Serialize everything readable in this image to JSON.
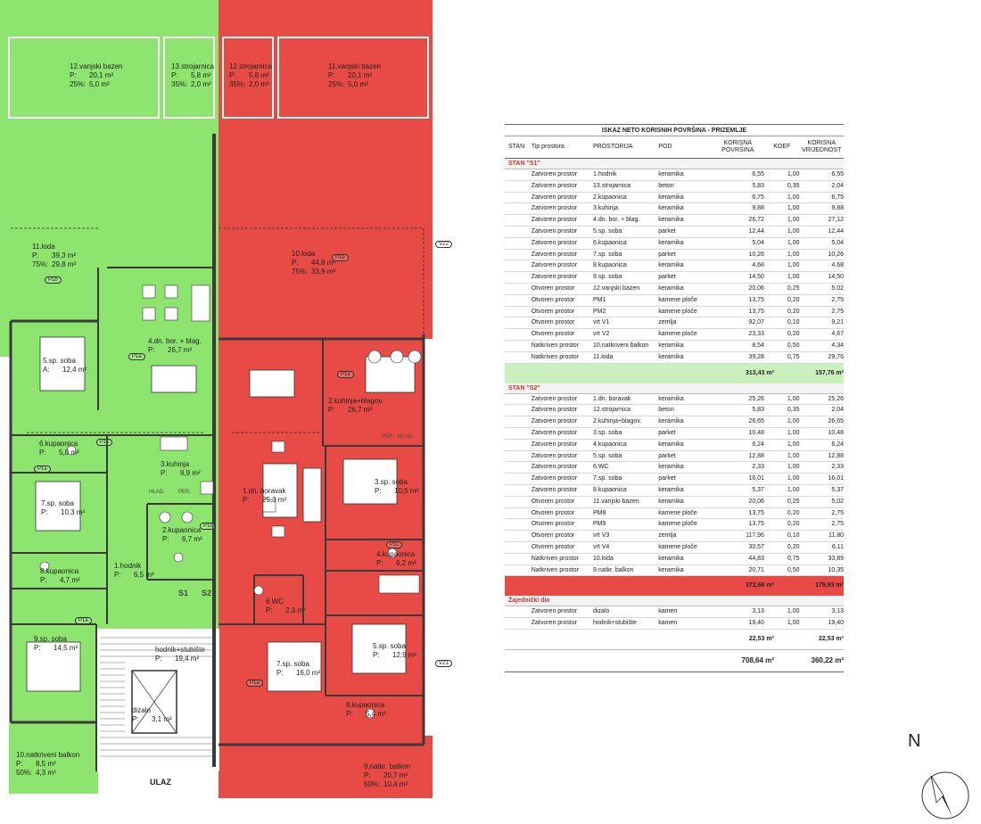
{
  "colors": {
    "s1_green": "#8de46f",
    "s2_red": "#e84a45",
    "wall": "#3a3a3a",
    "total_green": "#c9f0bd"
  },
  "plan": {
    "rooms": [
      {
        "id": "r12bazen",
        "name": "12.vanjski bazen",
        "p": "P:",
        "p_val": "20,1 m²",
        "pct": "25%:",
        "pct_val": "5,0 m²"
      },
      {
        "id": "r13stroj",
        "name": "13.strojarnica",
        "p": "P:",
        "p_val": "5,8 m²",
        "pct": "35%:",
        "pct_val": "2,0 m²"
      },
      {
        "id": "r12stroj",
        "name": "12.strojarnica",
        "p": "P:",
        "p_val": "5,8 m²",
        "pct": "35%:",
        "pct_val": "2,0 m²"
      },
      {
        "id": "r11bazen",
        "name": "11.vanjski bazen",
        "p": "P:",
        "p_val": "20,1 m²",
        "pct": "25%:",
        "pct_val": "5,0 m²"
      },
      {
        "id": "r11loda",
        "name": "11.loda",
        "p": "P:",
        "p_val": "39,3 m²",
        "pct": "75%:",
        "pct_val": "29,8 m²"
      },
      {
        "id": "r10loda",
        "name": "10.loda",
        "p": "P:",
        "p_val": "44,8 m²",
        "pct": "75%:",
        "pct_val": "33,9 m²"
      },
      {
        "id": "r4dn",
        "name": "4.dn. bor. + blag.",
        "p": "P:",
        "p_val": "26,7 m²"
      },
      {
        "id": "r5soba",
        "name": "5.sp. soba",
        "p": "A:",
        "p_val": "12,4 m²"
      },
      {
        "id": "r2kuh",
        "name": "2.kuhinja+blagov.",
        "p": "P:",
        "p_val": "26,7 m²"
      },
      {
        "id": "r6kup",
        "name": "6.kupaonica",
        "p": "P:",
        "p_val": "5,0 m²"
      },
      {
        "id": "r3kuh",
        "name": "3.kuhinja",
        "p": "P:",
        "p_val": "9,9 m²"
      },
      {
        "id": "r1dn",
        "name": "1.dn. boravak",
        "p": "P:",
        "p_val": "25,3 m²"
      },
      {
        "id": "r3soba",
        "name": "3.sp. soba",
        "p": "P:",
        "p_val": "10,5 m²"
      },
      {
        "id": "r7soba1",
        "name": "7.sp. soba",
        "p": "P:",
        "p_val": "10,3 m²"
      },
      {
        "id": "r2kup",
        "name": "2.kupaonica",
        "p": "P:",
        "p_val": "6,7 m²"
      },
      {
        "id": "r4kup",
        "name": "4.kupaonica",
        "p": "P:",
        "p_val": "6,2 m²"
      },
      {
        "id": "r8kup1",
        "name": "8.kupaonica",
        "p": "P:",
        "p_val": "4,7 m²"
      },
      {
        "id": "r1hod",
        "name": "1.hodnik",
        "p": "P:",
        "p_val": "6,5 m²"
      },
      {
        "id": "r6wc",
        "name": "6.WC",
        "p": "P:",
        "p_val": "2,3 m²"
      },
      {
        "id": "r9soba",
        "name": "9.sp. soba",
        "p": "P:",
        "p_val": "14,5 m²"
      },
      {
        "id": "rhodnik",
        "name": "hodnik+stubište",
        "p": "P:",
        "p_val": "19,4 m²"
      },
      {
        "id": "r7soba2",
        "name": "7.sp. soba",
        "p": "P:",
        "p_val": "16,0 m²"
      },
      {
        "id": "r5soba2",
        "name": "5.sp. soba",
        "p": "P:",
        "p_val": "12,9 m²"
      },
      {
        "id": "rdizalo",
        "name": "dizalo",
        "p": "P:",
        "p_val": "3,1 m²"
      },
      {
        "id": "r8kup2",
        "name": "8.kupaonica",
        "p": "P:",
        "p_val": "5,4 m²"
      },
      {
        "id": "r10balkon",
        "name": "10.natkriveni balkon",
        "p": "P:",
        "p_val": "8,5 m²",
        "pct": "50%:",
        "pct_val": "4,3 m²"
      },
      {
        "id": "r9balkon",
        "name": "9.natkr. balkon",
        "p": "P:",
        "p_val": "20,7 m²",
        "pct": "50%:",
        "pct_val": "10,4 m²"
      }
    ],
    "tags": [
      "P1b",
      "P1b",
      "P1a",
      "P1a",
      "P1c",
      "P1c",
      "P1c",
      "P1a",
      "P1a",
      "P1a"
    ],
    "markers": [
      "VZ2",
      "VZ1"
    ],
    "stair_labels": [
      "S1",
      "S2"
    ],
    "entrance": "ULAZ",
    "appliances": [
      "HLAD.",
      "PER.",
      "PER.",
      "HLAD."
    ]
  },
  "table": {
    "title": "ISKAZ NETO KORISNIH POVRŠINA - PRIZEMLJE",
    "headers": {
      "stan": "STAN",
      "tip": "Tip prostora",
      "prostorija": "PROSTORIJA",
      "pod": "POD",
      "kp_1": "KORISNA",
      "kp_2": "POVRŠINA",
      "koef": "KOEF",
      "kv_1": "KORISNA",
      "kv_2": "VRIJEDNOST"
    },
    "s1": {
      "label": "STAN \"S1\"",
      "rows": [
        [
          "Zatvoren prostor",
          "1.hodnik",
          "keramika",
          "6,55",
          "1,00",
          "6,55"
        ],
        [
          "Zatvoren prostor",
          "13.strojarnica",
          "beton",
          "5,83",
          "0,35",
          "2,04"
        ],
        [
          "Zatvoren prostor",
          "2.kupaonica",
          "keramika",
          "6,75",
          "1,00",
          "6,75"
        ],
        [
          "Zatvoren prostor",
          "3.kuhinja",
          "keramika",
          "9,88",
          "1,00",
          "9,88"
        ],
        [
          "Zatvoren prostor",
          "4.dn. bor. + blag.",
          "keramika",
          "26,72",
          "1,00",
          "27,12"
        ],
        [
          "Zatvoren prostor",
          "5.sp. soba",
          "parket",
          "12,44",
          "1,00",
          "12,44"
        ],
        [
          "Zatvoren prostor",
          "6.kupaonica",
          "keramika",
          "5,04",
          "1,00",
          "5,04"
        ],
        [
          "Zatvoren prostor",
          "7.sp. soba",
          "parket",
          "10,26",
          "1,00",
          "10,26"
        ],
        [
          "Zatvoren prostor",
          "8.kupaonica",
          "keramika",
          "4,68",
          "1,00",
          "4,68"
        ],
        [
          "Zatvoren prostor",
          "9.sp. soba",
          "parket",
          "14,50",
          "1,00",
          "14,50"
        ],
        [
          "Otvoren prostor",
          "12.vanjski bazen",
          "keramika",
          "20,06",
          "0,25",
          "5,02"
        ],
        [
          "Otvoren prostor",
          "PM1",
          "kamene ploče",
          "13,75",
          "0,20",
          "2,75"
        ],
        [
          "Otvoren prostor",
          "PM2",
          "kamene ploče",
          "13,75",
          "0,20",
          "2,75"
        ],
        [
          "Otvoren prostor",
          "vrt V1",
          "zemlja",
          "92,07",
          "0,10",
          "9,21"
        ],
        [
          "Otvoren prostor",
          "vrt V2",
          "kamene ploče",
          "23,33",
          "0,20",
          "4,67"
        ],
        [
          "Natkriven prostor",
          "10.natkriveni balkon",
          "keramika",
          "8,54",
          "0,50",
          "4,34"
        ],
        [
          "Natkriven prostor",
          "11.loda",
          "keramika",
          "39,28",
          "0,75",
          "29,76"
        ]
      ],
      "total_area": "313,43 m²",
      "total_value": "157,76 m²"
    },
    "s2": {
      "label": "STAN \"S2\"",
      "rows": [
        [
          "Zatvoren prostor",
          "1.dn. boravak",
          "keramika",
          "25,26",
          "1,00",
          "25,26"
        ],
        [
          "Zatvoren prostor",
          "12.strojarnica",
          "beton",
          "5,83",
          "0,35",
          "2,04"
        ],
        [
          "Zatvoren prostor",
          "2.kuhinja+blagov.",
          "keramika",
          "26,65",
          "1,00",
          "26,65"
        ],
        [
          "Zatvoren prostor",
          "3.sp. soba",
          "parket",
          "10,48",
          "1,00",
          "10,48"
        ],
        [
          "Zatvoren prostor",
          "4.kupaonica",
          "keramika",
          "6,24",
          "1,00",
          "6,24"
        ],
        [
          "Zatvoren prostor",
          "5.sp. soba",
          "parket",
          "12,88",
          "1,00",
          "12,88"
        ],
        [
          "Zatvoren prostor",
          "6.WC",
          "keramika",
          "2,33",
          "1,00",
          "2,33"
        ],
        [
          "Zatvoren prostor",
          "7.sp. soba",
          "parket",
          "16,01",
          "1,00",
          "16,01"
        ],
        [
          "Zatvoren prostor",
          "8.kupaonica",
          "keramika",
          "5,37",
          "1,00",
          "5,37"
        ],
        [
          "Otvoren prostor",
          "11.vanjski bazen",
          "keramika",
          "20,06",
          "0,25",
          "5,02"
        ],
        [
          "Otvoren prostor",
          "PM8",
          "kamene ploče",
          "13,75",
          "0,20",
          "2,75"
        ],
        [
          "Otvoren prostor",
          "PM9",
          "kamene ploče",
          "13,75",
          "0,20",
          "2,75"
        ],
        [
          "Otvoren prostor",
          "vrt V3",
          "zemlja",
          "117,96",
          "0,10",
          "11,80"
        ],
        [
          "Otvoren prostor",
          "vrt V4",
          "kamene ploče",
          "30,57",
          "0,20",
          "6,11"
        ],
        [
          "Natkriven prostor",
          "10.loda",
          "keramika",
          "44,83",
          "0,75",
          "33,89"
        ],
        [
          "Natkriven prostor",
          "9.natkr. balkon",
          "keramika",
          "20,71",
          "0,50",
          "10,35"
        ]
      ],
      "total_area": "372,68 m²",
      "total_value": "179,93 m²"
    },
    "zaj": {
      "label": "Zajednički dio",
      "rows": [
        [
          "Zatvoren prostor",
          "dizalo",
          "kamen",
          "3,13",
          "1,00",
          "3,13"
        ],
        [
          "Zatvoren prostor",
          "hodnik+stubište",
          "kamen",
          "19,40",
          "1,00",
          "19,40"
        ]
      ],
      "total_area": "22,53 m²",
      "total_value": "22,53 m²"
    },
    "grand_area": "708,64 m²",
    "grand_value": "360,22 m²"
  },
  "north_label": "N"
}
